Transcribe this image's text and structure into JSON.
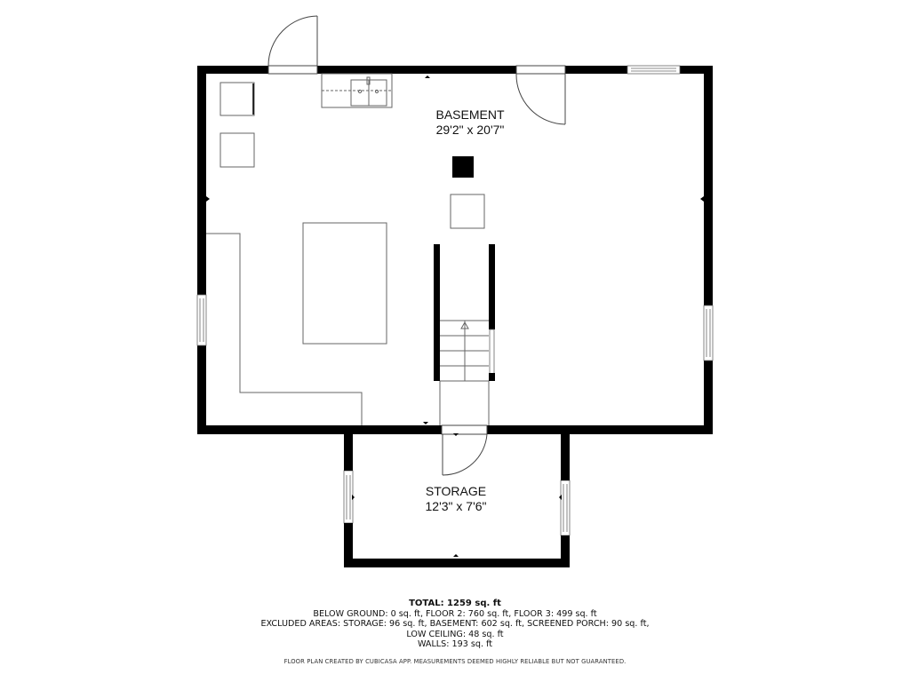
{
  "rooms": [
    {
      "name": "BASEMENT",
      "dimensions": "29'2\" x 20'7\""
    },
    {
      "name": "STORAGE",
      "dimensions": "12'3\" x 7'6\""
    }
  ],
  "summary": {
    "total": "TOTAL: 1259 sq. ft",
    "line1": "BELOW GROUND: 0 sq. ft, FLOOR 2: 760 sq. ft, FLOOR 3: 499 sq. ft",
    "line2": "EXCLUDED AREAS: STORAGE: 96 sq. ft, BASEMENT: 602 sq. ft, SCREENED PORCH: 90 sq. ft,",
    "line3": "LOW CEILING: 48 sq. ft",
    "line4": "WALLS: 193 sq. ft"
  },
  "disclaimer": "FLOOR PLAN CREATED BY CUBICASA APP. MEASUREMENTS DEEMED HIGHLY RELIABLE BUT NOT GUARANTEED.",
  "colors": {
    "wall": "#000000",
    "fixture": "#777777",
    "background": "#ffffff"
  }
}
